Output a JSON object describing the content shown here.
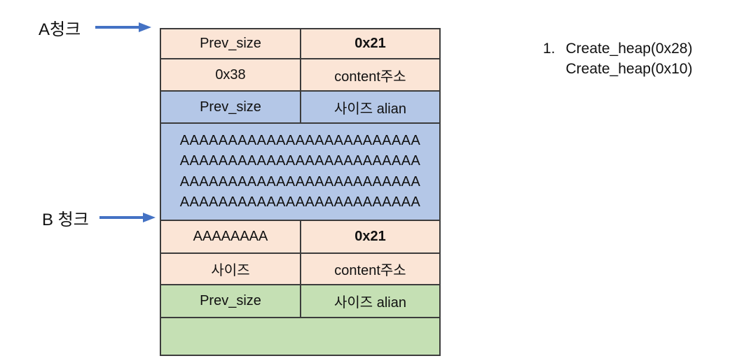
{
  "diagram": {
    "labels": {
      "a_chunk": "A청크",
      "b_chunk": "B 청크"
    },
    "table": {
      "rows": [
        {
          "section": "a-chunk-header",
          "fill": "#FBE5D6",
          "cells": [
            {
              "text": "Prev_size"
            },
            {
              "text": "0x21",
              "highlight": true
            }
          ]
        },
        {
          "section": "a-chunk-header",
          "fill": "#FBE5D6",
          "cells": [
            {
              "text": "0x38"
            },
            {
              "text": "content주소"
            }
          ]
        },
        {
          "section": "a-chunk-content",
          "fill": "#B4C7E7",
          "cells": [
            {
              "text": "Prev_size"
            },
            {
              "text": "사이즈 alian"
            }
          ]
        },
        {
          "section": "overflow-data",
          "fill": "#B4C7E7",
          "merged_lines": [
            "AAAAAAAAAAAAAAAAAAAAAAAAA",
            "AAAAAAAAAAAAAAAAAAAAAAAAA",
            "AAAAAAAAAAAAAAAAAAAAAAAAA",
            "AAAAAAAAAAAAAAAAAAAAAAAAA"
          ]
        },
        {
          "section": "b-chunk-header",
          "fill": "#FBE5D6",
          "cells": [
            {
              "text": "AAAAAAAA"
            },
            {
              "text": "0x21",
              "highlight": true
            }
          ]
        },
        {
          "section": "b-chunk-header",
          "fill": "#FBE5D6",
          "cells": [
            {
              "text": "사이즈"
            },
            {
              "text": "content주소"
            }
          ]
        },
        {
          "section": "free-space",
          "fill": "#C5E0B4",
          "cells": [
            {
              "text": "Prev_size"
            },
            {
              "text": "사이즈 alian"
            }
          ]
        },
        {
          "section": "free-space-empty",
          "fill": "#C5E0B4",
          "merged_text": ""
        }
      ]
    },
    "instructions": {
      "number": "1.",
      "lines": [
        "Create_heap(0x28)",
        "Create_heap(0x10)"
      ]
    },
    "colors": {
      "chunk_header_fill": "#FBE5D6",
      "overflow_fill": "#B4C7E7",
      "free_fill": "#C5E0B4",
      "highlight_text": "#FF0000",
      "arrow": "#4472C4",
      "table_border": "#3C3C3C",
      "background": "#FFFFFF"
    }
  }
}
